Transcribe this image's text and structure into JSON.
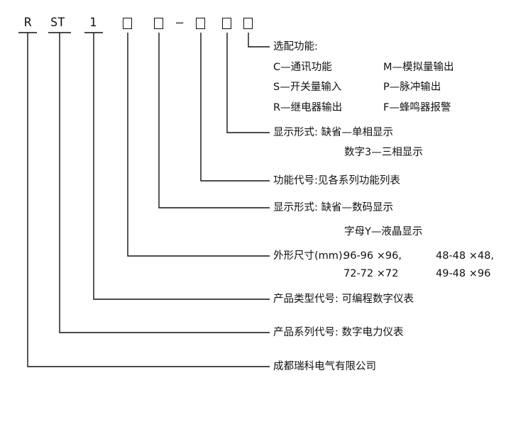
{
  "code": {
    "chars": [
      "R",
      "ST",
      "1"
    ],
    "dash": "—"
  },
  "labels": {
    "options_title": "选配功能:",
    "opt_c": "C—通讯功能",
    "opt_m": "M—模拟量输出",
    "opt_s": "S—开关量输入",
    "opt_p": "P—脉冲输出",
    "opt_r": "R—继电器输出",
    "opt_f": "F—蜂鸣器报警",
    "display2_line1": "显示形式:  缺省—单相显示",
    "display2_line2": "数字3—三相显示",
    "function_code": "功能代号:见各系列功能列表",
    "display1_line1": "显示形式:  缺省—数码显示",
    "display1_line2": "字母Y—液晶显示",
    "size_label": "外形尺寸(mm):",
    "size_a1": "96-96 ×96,",
    "size_a2": "72-72  ×72",
    "size_b1": "48-48 ×48,",
    "size_b2": "49-48 ×96",
    "product_type": "产品类型代号:  可编程数字仪表",
    "product_series": "产品系列代号:  数字电力仪表",
    "company": "成都瑞科电气有限公司"
  }
}
